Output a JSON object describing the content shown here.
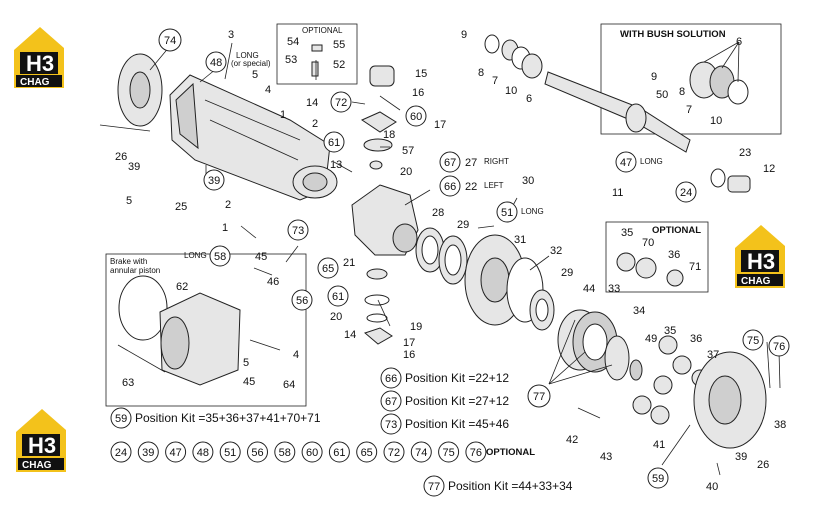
{
  "logo": {
    "text_h3": "H3",
    "text_name": "CHAG",
    "color": "#f3c21b"
  },
  "callouts": {
    "c74": "74",
    "c48": "48",
    "c3": "3",
    "c5a": "5",
    "c4a": "4",
    "c1a": "1",
    "c2a": "2",
    "c26a": "26",
    "c39a": "39",
    "c39b": "39",
    "c5b": "5",
    "c25": "25",
    "c54": "54",
    "c55": "55",
    "c53": "53",
    "c52": "52",
    "c15": "15",
    "c16a": "16",
    "c72": "72",
    "c14a": "14",
    "c18": "18",
    "c60": "60",
    "c17a": "17",
    "c61a": "61",
    "c57": "57",
    "c13": "13",
    "c20a": "20",
    "c67": "67",
    "c27": "27",
    "c66": "66",
    "c22": "22",
    "c30": "30",
    "c51": "51",
    "c2b": "2",
    "c1b": "1",
    "c73": "73",
    "c58": "58",
    "c45a": "45",
    "c46": "46",
    "c56": "56",
    "c65": "65",
    "c21": "21",
    "c61b": "61",
    "c20b": "20",
    "c19": "19",
    "c14b": "14",
    "c17b": "17",
    "c16b": "16",
    "c28": "28",
    "c29a": "29",
    "c31": "31",
    "c32": "32",
    "c29b": "29",
    "c44": "44",
    "c33": "33",
    "c34": "34",
    "c62": "62",
    "c63": "63",
    "c5c": "5",
    "c4b": "4",
    "c64": "64",
    "c45b": "45",
    "c9a": "9",
    "c8a": "8",
    "c7a": "7",
    "c10a": "10",
    "c6a": "6",
    "c9b": "9",
    "c50": "50",
    "c8b": "8",
    "c7b": "7",
    "c10b": "10",
    "c6b": "6",
    "c47": "47",
    "c11": "11",
    "c23": "23",
    "c12": "12",
    "c24": "24",
    "c35a": "35",
    "c70": "70",
    "c36a": "36",
    "c71": "71",
    "c35b": "35",
    "c36b": "36",
    "c37": "37",
    "c49": "49",
    "c77": "77",
    "c75": "75",
    "c76": "76",
    "c38": "38",
    "c42": "42",
    "c43": "43",
    "c41": "41",
    "c39c": "39",
    "c26b": "26",
    "c59": "59",
    "c40": "40"
  },
  "notes": {
    "optional_top": "OPTIONAL",
    "long_or_special_1": "LONG",
    "long_or_special_2": "(or special)",
    "right": "RIGHT",
    "left": "LEFT",
    "long_51": "LONG",
    "long_58": "LONG",
    "long_47": "LONG",
    "with_bush": "WITH BUSH SOLUTION",
    "optional_gear": "OPTIONAL",
    "brake_1": "Brake with",
    "brake_2": "annular piston",
    "optional_bottom": "OPTIONAL"
  },
  "kits": {
    "k59": {
      "num": "59",
      "text": "Position Kit =35+36+37+41+70+71"
    },
    "k66": {
      "num": "66",
      "text": "Position Kit =22+12"
    },
    "k67": {
      "num": "67",
      "text": "Position Kit =27+12"
    },
    "k73": {
      "num": "73",
      "text": "Position Kit =45+46"
    },
    "k77": {
      "num": "77",
      "text": "Position Kit =44+33+34"
    }
  },
  "optional_row": [
    "24",
    "39",
    "47",
    "48",
    "51",
    "56",
    "58",
    "60",
    "61",
    "65",
    "72",
    "74",
    "75",
    "76"
  ]
}
